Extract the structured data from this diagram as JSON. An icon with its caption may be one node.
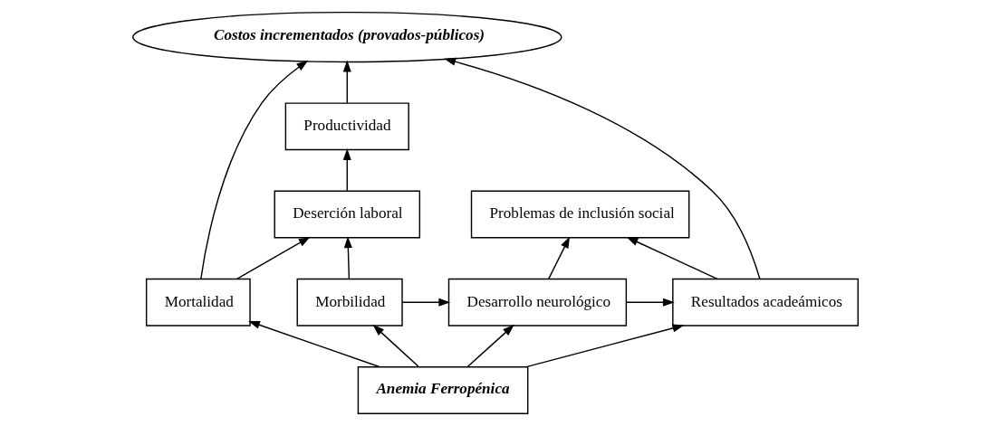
{
  "diagram": {
    "nodes": [
      {
        "text": [
          "Costos incrementados (provados-públicos)"
        ]
      },
      {
        "text": [
          "Productividad"
        ]
      },
      {
        "text": [
          "Deserción laboral"
        ]
      },
      {
        "text": [
          "Problemas de inclusión social"
        ]
      },
      {
        "text": [
          "Mortalidad"
        ]
      },
      {
        "text": [
          "Morbilidad"
        ]
      },
      {
        "text": [
          "Desarrollo neurológico"
        ]
      },
      {
        "text": [
          "Resultados acadeámicos"
        ]
      },
      {
        "text": [
          "Anemia Ferropénica"
        ]
      }
    ],
    "edges": [
      {
        "from": 1,
        "to": 0,
        "arrow": "to"
      },
      {
        "from": 4,
        "to": 0,
        "arrow": "to"
      },
      {
        "from": 7,
        "to": 0,
        "arrow": "to"
      },
      {
        "from": 2,
        "to": 1,
        "arrow": "to"
      },
      {
        "from": 4,
        "to": 2,
        "arrow": "to"
      },
      {
        "from": 5,
        "to": 2,
        "arrow": "to"
      },
      {
        "from": 5,
        "to": 6,
        "arrow": "to"
      },
      {
        "from": 6,
        "to": 3,
        "arrow": "to"
      },
      {
        "from": 6,
        "to": 7,
        "arrow": "to"
      },
      {
        "from": 7,
        "to": 3,
        "arrow": "to"
      },
      {
        "from": 8,
        "to": 4,
        "arrow": "to"
      },
      {
        "from": 8,
        "to": 5,
        "arrow": "to"
      },
      {
        "from": 8,
        "to": 6,
        "arrow": "to"
      },
      {
        "from": 8,
        "to": 7,
        "arrow": "to"
      }
    ]
  }
}
